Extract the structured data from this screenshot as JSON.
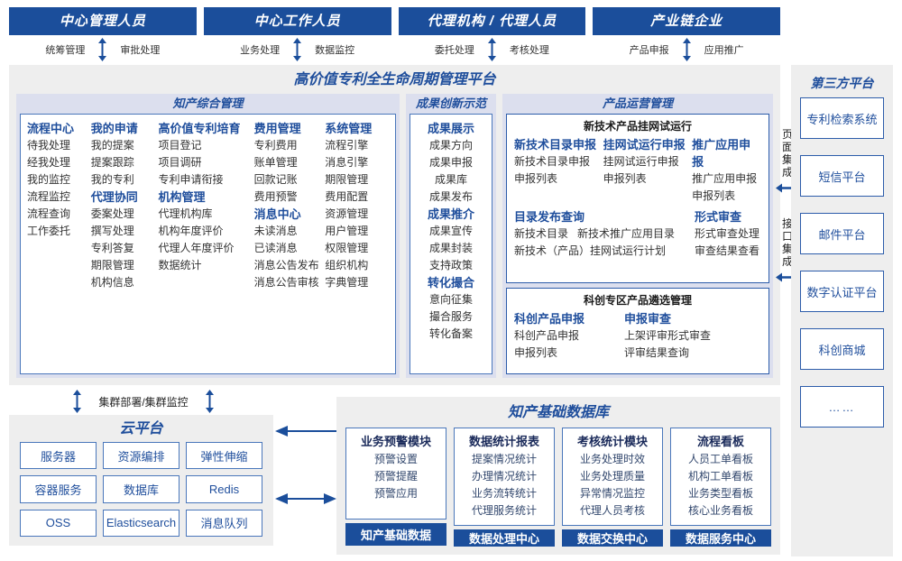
{
  "actors": [
    {
      "title": "中心管理人员",
      "subs": [
        "统筹管理",
        "审批处理"
      ]
    },
    {
      "title": "中心工作人员",
      "subs": [
        "业务处理",
        "数据监控"
      ]
    },
    {
      "title": "代理机构 / 代理人员",
      "subs": [
        "委托处理",
        "考核处理"
      ]
    },
    {
      "title": "产业链企业",
      "subs": [
        "产品申报",
        "应用推广"
      ]
    }
  ],
  "platform": {
    "title": "高价值专利全生命周期管理平台",
    "sections": {
      "zhichan": {
        "title": "知产综合管理",
        "columns": [
          {
            "groups": [
              {
                "head": "流程中心",
                "items": [
                  "待我处理",
                  "经我处理",
                  "我的监控",
                  "流程监控",
                  "流程查询",
                  "工作委托"
                ]
              }
            ]
          },
          {
            "groups": [
              {
                "head": "我的申请",
                "items": [
                  "我的提案",
                  "提案跟踪",
                  "我的专利"
                ]
              },
              {
                "head": "代理协同",
                "items": [
                  "委案处理",
                  "撰写处理",
                  "专利答复",
                  "期限管理",
                  "机构信息"
                ]
              }
            ]
          },
          {
            "groups": [
              {
                "head": "高价值专利培育",
                "items": [
                  "项目登记",
                  "项目调研",
                  "专利申请衔接"
                ]
              },
              {
                "head": "机构管理",
                "items": [
                  "代理机构库",
                  "机构年度评价",
                  "代理人年度评价",
                  "数据统计"
                ]
              }
            ]
          },
          {
            "groups": [
              {
                "head": "费用管理",
                "items": [
                  "专利费用",
                  "账单管理",
                  "回款记账",
                  "费用预警"
                ]
              },
              {
                "head": "消息中心",
                "items": [
                  "未读消息",
                  "已读消息",
                  "消息公告发布",
                  "消息公告审核"
                ]
              }
            ]
          },
          {
            "groups": [
              {
                "head": "系统管理",
                "items": [
                  "流程引擎",
                  "消息引擎",
                  "期限管理",
                  "费用配置",
                  "资源管理",
                  "用户管理",
                  "权限管理",
                  "组织机构",
                  "字典管理"
                ]
              }
            ]
          }
        ]
      },
      "chengguo": {
        "title": "成果创新示范",
        "groups": [
          {
            "head": "成果展示",
            "items": [
              "成果方向",
              "成果申报",
              "成果库",
              "成果发布"
            ]
          },
          {
            "head": "成果推介",
            "items": [
              "成果宣传",
              "成果封装",
              "支持政策"
            ]
          },
          {
            "head": "转化撮合",
            "items": [
              "意向征集",
              "撮合服务",
              "转化备案"
            ]
          }
        ]
      },
      "chanpin": {
        "title": "产品运营管理",
        "box1": {
          "title": "新技术产品挂网试运行",
          "row1": [
            {
              "head": "新技术目录申报",
              "items": [
                "新技术目录申报",
                "申报列表"
              ]
            },
            {
              "head": "挂网试运行申报",
              "items": [
                "挂网试运行申报",
                "申报列表"
              ]
            },
            {
              "head": "推广应用申报",
              "items": [
                "推广应用申报",
                "申报列表"
              ]
            }
          ],
          "row2": [
            {
              "head": "目录发布查询",
              "items_inline": [
                "新技术目录",
                "新技术推广应用目录"
              ],
              "items": [
                "新技术（产品）挂网试运行计划"
              ]
            },
            {
              "head": "形式审查",
              "items": [
                "形式审查处理",
                "审查结果查看"
              ]
            }
          ]
        },
        "box2": {
          "title": "科创专区产品遴选管理",
          "cols": [
            {
              "head": "科创产品申报",
              "items": [
                "科创产品申报",
                "申报列表"
              ]
            },
            {
              "head": "申报审查",
              "items": [
                "上架评审形式审查",
                "评审结果查询"
              ]
            }
          ]
        }
      }
    }
  },
  "integration": {
    "labels": [
      "页面集成",
      "接口集成"
    ]
  },
  "third_party": {
    "title": "第三方平台",
    "items": [
      "专利检索系统",
      "短信平台",
      "邮件平台",
      "数字认证平台",
      "科创商城",
      "……"
    ]
  },
  "cluster": {
    "label": "集群部署/集群监控"
  },
  "cloud": {
    "title": "云平台",
    "items": [
      "服务器",
      "资源编排",
      "弹性伸缩",
      "容器服务",
      "数据库",
      "Redis",
      "OSS",
      "Elasticsearch",
      "消息队列"
    ]
  },
  "database": {
    "title": "知产基础数据库",
    "columns": [
      {
        "head": "业务预警模块",
        "items": [
          "预警设置",
          "预警提醒",
          "预警应用"
        ],
        "foot": "知产基础数据"
      },
      {
        "head": "数据统计报表",
        "items": [
          "提案情况统计",
          "办理情况统计",
          "业务流转统计",
          "代理服务统计"
        ],
        "foot": "数据处理中心"
      },
      {
        "head": "考核统计模块",
        "items": [
          "业务处理时效",
          "业务处理质量",
          "异常情况监控",
          "代理人员考核"
        ],
        "foot": "数据交换中心"
      },
      {
        "head": "流程看板",
        "items": [
          "人员工单看板",
          "机构工单看板",
          "业务类型看板",
          "核心业务看板"
        ],
        "foot": "数据服务中心"
      }
    ]
  },
  "colors": {
    "brand_blue": "#1b4e9b",
    "accent_blue": "#1f4e9c",
    "border_blue": "#4a77bb",
    "panel_gray": "#eeeeee",
    "section_lavender": "#dcdfee"
  }
}
